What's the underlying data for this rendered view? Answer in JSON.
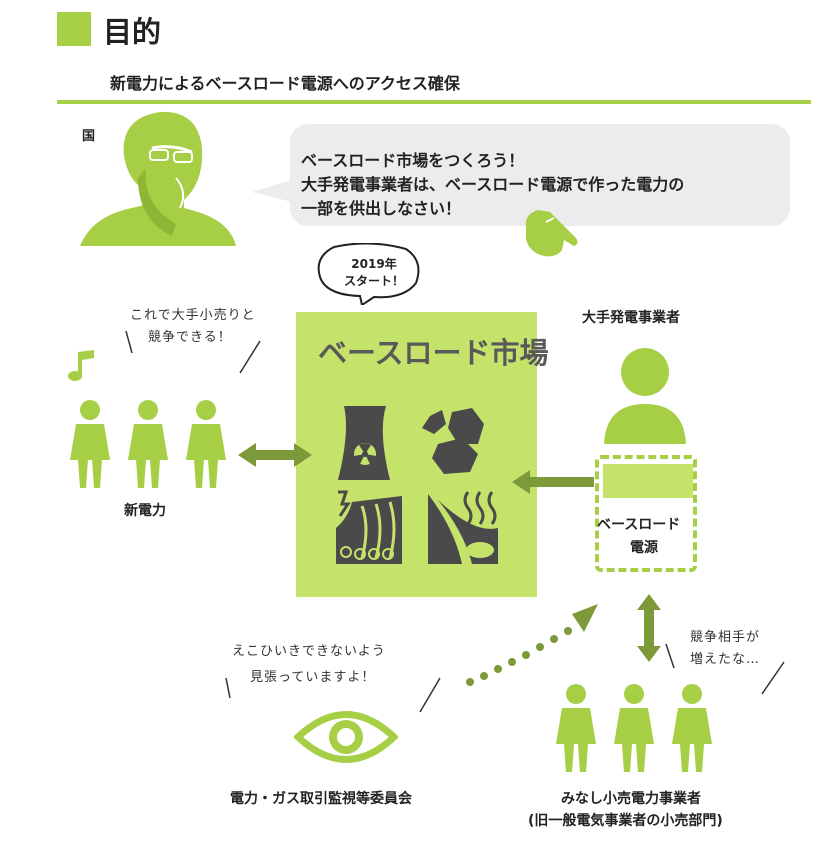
{
  "header": {
    "title": "目的",
    "subtitle": "新電力によるベースロード電源へのアクセス確保"
  },
  "government": {
    "label": "国",
    "speech": [
      "ベースロード市場をつくろう！",
      "大手発電事業者は、ベースロード電源で作った電力の",
      "一部を供出しなさい！"
    ]
  },
  "market": {
    "title": "ベースロード市場",
    "start_bubble": [
      "2019年",
      "スタート！"
    ]
  },
  "new_power": {
    "label": "新電力",
    "comment": [
      "これで大手小売りと",
      "競争できる！"
    ]
  },
  "major_generator": {
    "label": "大手発電事業者",
    "source_label": [
      "ベースロード",
      "電源"
    ]
  },
  "watchdog": {
    "label": "電力・ガス取引監視等委員会",
    "comment": [
      "えこひいきできないよう",
      "見張っていますよ！"
    ]
  },
  "deemed_retailers": {
    "label": "みなし小売電力事業者",
    "sublabel": "(旧一般電気事業者の小売部門)",
    "comment": [
      "競争相手が",
      "増えたな…"
    ]
  },
  "colors": {
    "accent": "#a6cf45",
    "accent_light": "#c5e26a",
    "arrow": "#7d9a3a",
    "icon_dark": "#4a4a4a"
  }
}
